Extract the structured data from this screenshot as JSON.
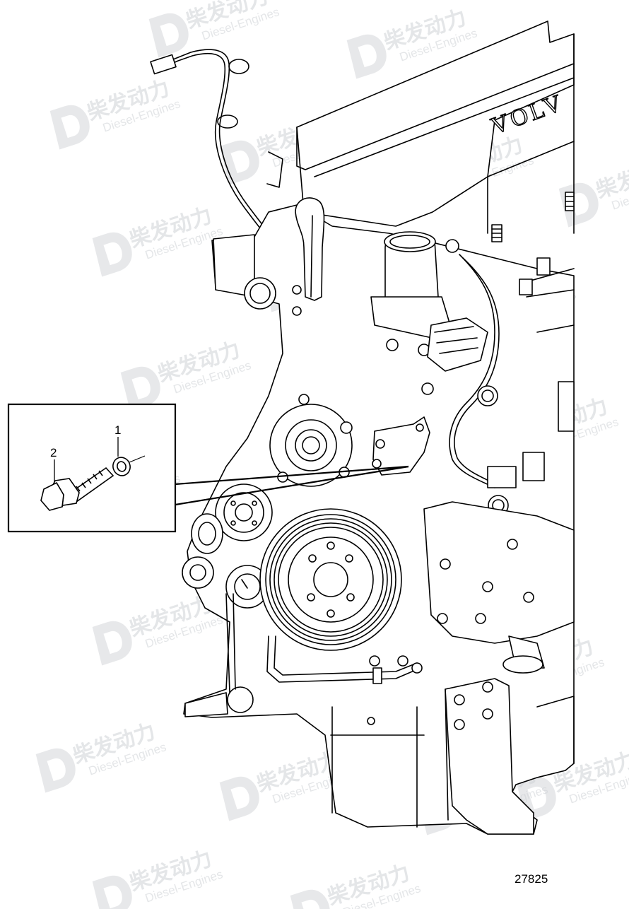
{
  "diagram": {
    "callouts": [
      {
        "id": "1",
        "label": "1",
        "part": "washer"
      },
      {
        "id": "2",
        "label": "2",
        "part": "flange-bolt"
      }
    ],
    "engine_brand_fragment": "VOLV",
    "figure_number": "27825"
  },
  "watermark": {
    "cn": "柴发动力",
    "en": "Diesel-Engines"
  },
  "colors": {
    "line": "#000000",
    "background": "#ffffff",
    "watermark": "#cfd2d6"
  }
}
